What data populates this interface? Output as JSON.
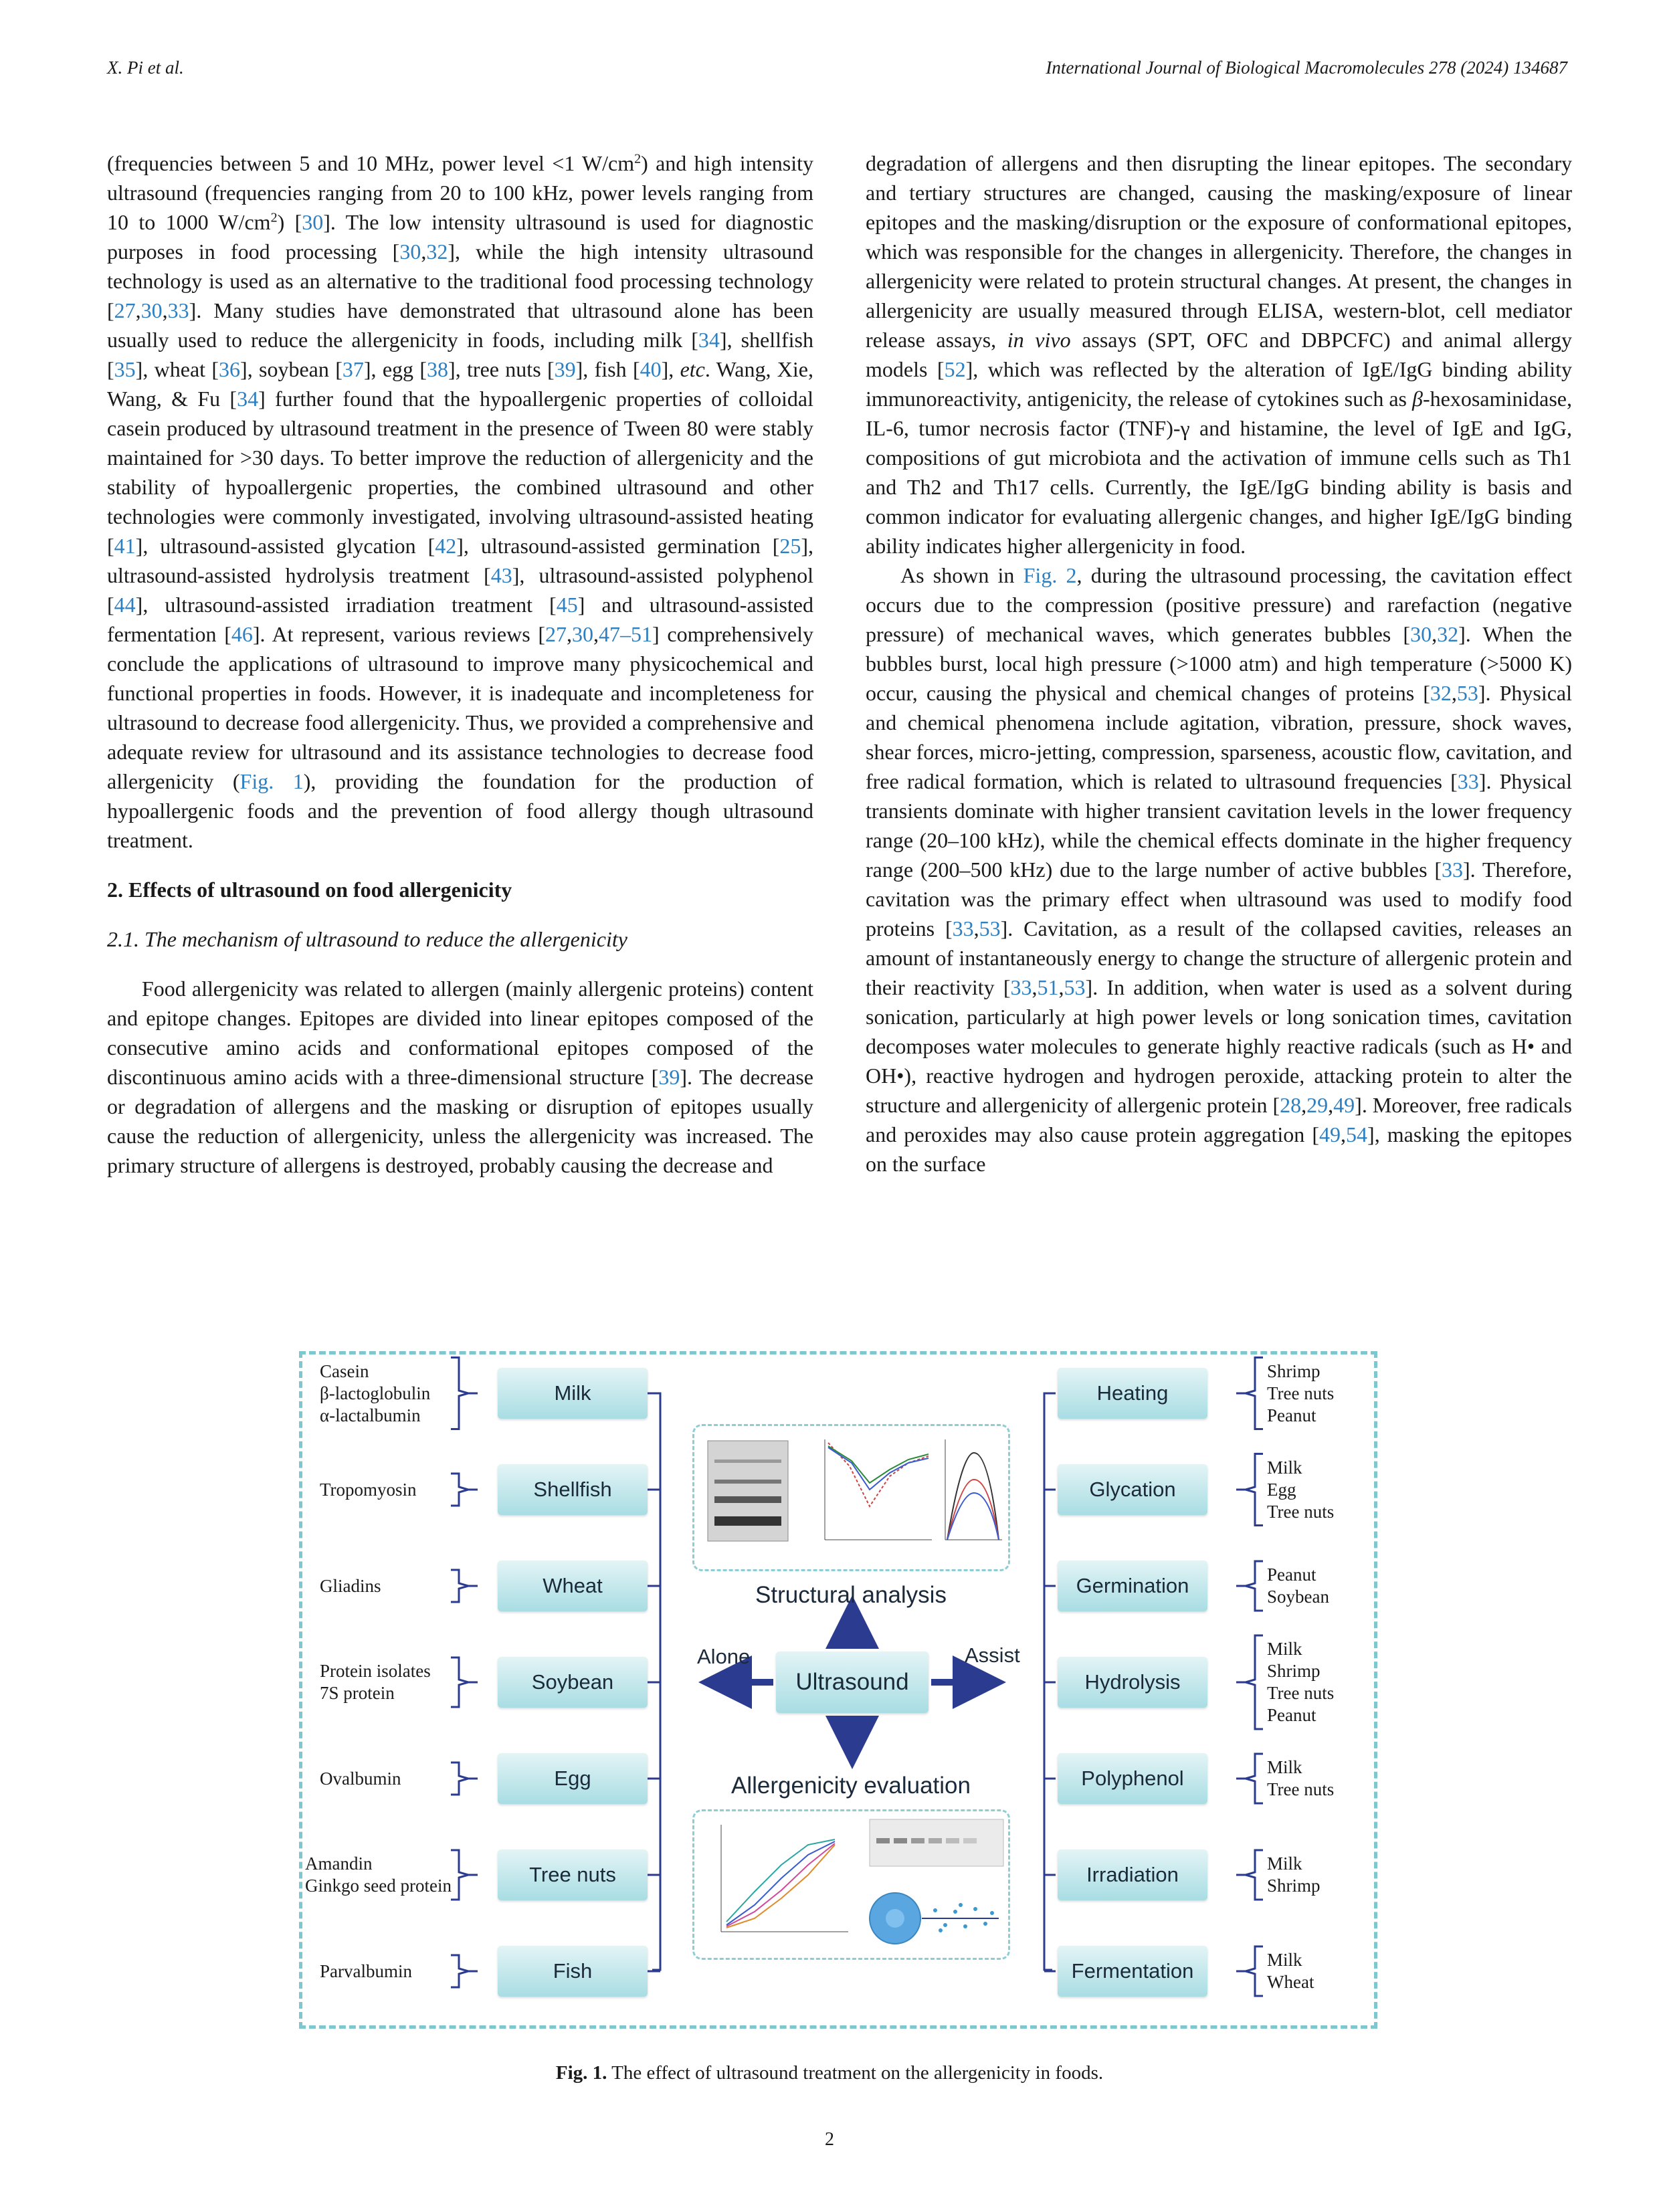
{
  "header": {
    "authors": "X. Pi et al.",
    "journal": "International Journal of Biological Macromolecules 278 (2024) 134687"
  },
  "left_column": {
    "p1_a": "(frequencies between 5 and 10 MHz, power level <1 W/cm",
    "p1_b": ") and high intensity ultrasound (frequencies ranging from 20 to 100 kHz, power levels ranging from 10 to 1000 W/cm",
    "p1_c": ") [",
    "p1_d": "]. The low intensity ultrasound is used for diagnostic purposes in food processing [",
    "p1_e": "], while the high intensity ultrasound technology is used as an alternative to the traditional food processing technology [",
    "p1_f": "]. Many studies have demonstrated that ultrasound alone has been usually used to reduce the allergenicity in foods, including milk [",
    "p1_g": "], shellfish [",
    "p1_h": "], wheat [",
    "p1_i": "], soybean [",
    "p1_j": "], egg [",
    "p1_k": "], tree nuts [",
    "p1_l": "], fish [",
    "p1_m": "], ",
    "p1_etc": "etc",
    "p1_n": ". Wang, Xie, Wang, & Fu [",
    "p1_o": "] further found that the hypoallergenic properties of colloidal casein produced by ultrasound treatment in the presence of Tween 80 were stably maintained for >30 days. To better improve the reduction of allergenicity and the stability of hypoallergenic properties, the combined ultrasound and other technologies were commonly investigated, involving ultrasound-assisted heating [",
    "p1_p": "], ultrasound-assisted glycation [",
    "p1_q": "], ultrasound-assisted germination [",
    "p1_r": "], ultrasound-assisted hydrolysis treatment [",
    "p1_s": "], ultrasound-assisted polyphenol [",
    "p1_t": "], ultrasound-assisted irradiation treatment [",
    "p1_u": "] and ultrasound-assisted fermentation [",
    "p1_v": "]. At represent, various reviews [",
    "p1_w": "] comprehensively conclude the applications of ultrasound to improve many physicochemical and functional properties in foods. However, it is inadequate and incompleteness for ultrasound to decrease food allergenicity. Thus, we provided a comprehensive and adequate review for ultrasound and its assistance technologies to decrease food allergenicity (",
    "p1_fig": "Fig. 1",
    "p1_x": "), providing the foundation for the production of hypoallergenic foods and the prevention of food allergy though ultrasound treatment.",
    "section": "2.  Effects of ultrasound on food allergenicity",
    "subsection": "2.1.  The mechanism of ultrasound to reduce the allergenicity",
    "p2_a": "Food allergenicity was related to allergen (mainly allergenic proteins) content and epitope changes. Epitopes are divided into linear epitopes composed of the consecutive amino acids and conformational epitopes composed of the discontinuous amino acids with a three-dimensional structure [",
    "p2_b": "]. The decrease or degradation of allergens and the masking or disruption of epitopes usually cause the reduction of allergenicity, unless the allergenicity was increased. The primary structure of allergens is destroyed, probably causing the decrease and",
    "sup2": "2",
    "c30": "30",
    "c32": "32",
    "c27": "27",
    "c33": "33",
    "c34": "34",
    "c35": "35",
    "c36": "36",
    "c37": "37",
    "c38": "38",
    "c39": "39",
    "c40": "40",
    "c41": "41",
    "c42": "42",
    "c25": "25",
    "c43": "43",
    "c44": "44",
    "c45": "45",
    "c46": "46",
    "c4751": "47–51",
    "comma": ","
  },
  "right_column": {
    "p1": "degradation of allergens and then disrupting the linear epitopes. The secondary and tertiary structures are changed, causing the masking/exposure of linear epitopes and the masking/disruption or the exposure of conformational epitopes, which was responsible for the changes in allergenicity. Therefore, the changes in allergenicity were related to protein structural changes. At present, the changes in allergenicity are usually measured through ELISA, western-blot, cell mediator release assays, ",
    "invivo": "in vivo",
    "p1_b": " assays (SPT, OFC and DBPCFC) and animal allergy models [",
    "c52": "52",
    "p1_c": "], which was reflected by the alteration of IgE/IgG binding ability immunoreactivity, antigenicity, the release of cytokines such as ",
    "beta": "β",
    "p1_d": "-hexosaminidase, IL-6, tumor necrosis factor (TNF)-γ and histamine, the level of IgE and IgG, compositions of gut microbiota and the activation of immune cells such as Th1 and Th2 and Th17 cells. Currently, the IgE/IgG binding ability is basis and common indicator for evaluating allergenic changes, and higher IgE/IgG binding ability indicates higher allergenicity in food.",
    "p2_a": "As shown in ",
    "fig2": "Fig. 2",
    "p2_b": ", during the ultrasound processing, the cavitation effect occurs due to the compression (positive pressure) and rarefaction (negative pressure) of mechanical waves, which generates bubbles [",
    "p2_c": "]. When the bubbles burst, local high pressure (>1000 atm) and high temperature (>5000 K) occur, causing the physical and chemical changes of proteins [",
    "p2_d": "]. Physical and chemical phenomena include agitation, vibration, pressure, shock waves, shear forces, micro-jetting, compression, sparseness, acoustic flow, cavitation, and free radical formation, which is related to ultrasound frequencies [",
    "p2_e": "]. Physical transients dominate with higher transient cavitation levels in the lower frequency range (20–100 kHz), while the chemical effects dominate in the higher frequency range (200–500 kHz) due to the large number of active bubbles [",
    "p2_f": "]. Therefore, cavitation was the primary effect when ultrasound was used to modify food proteins [",
    "p2_g": "]. Cavitation, as a result of the collapsed cavities, releases an amount of instantaneously energy to change the structure of allergenic protein and their reactivity [",
    "p2_h": "]. In addition, when water is used as a solvent during sonication, particularly at high power levels or long sonication times, cavitation decomposes water molecules to generate highly reactive radicals (such as H• and OH•), reactive hydrogen and hydrogen peroxide, attacking protein to alter the structure and allergenicity of allergenic protein [",
    "p2_i": "]. Moreover, free radicals and peroxides may also cause protein aggregation [",
    "p2_j": "], masking the epitopes on the surface",
    "c30": "30",
    "c32": "32",
    "c53": "53",
    "c33": "33",
    "c51": "51",
    "c28": "28",
    "c29": "29",
    "c49": "49",
    "c54": "54",
    "comma": ","
  },
  "figure": {
    "center": "Ultrasound",
    "alone": "Alone",
    "assist": "Assist",
    "structural": "Structural analysis",
    "allergenicity": "Allergenicity evaluation",
    "foods": [
      {
        "name": "Milk",
        "allergens": [
          "Casein",
          "β-lactoglobulin",
          "α-lactalbumin"
        ]
      },
      {
        "name": "Shellfish",
        "allergens": [
          "Tropomyosin"
        ]
      },
      {
        "name": "Wheat",
        "allergens": [
          "Gliadins"
        ]
      },
      {
        "name": "Soybean",
        "allergens": [
          "Protein isolates",
          "7S protein"
        ]
      },
      {
        "name": "Egg",
        "allergens": [
          "Ovalbumin"
        ]
      },
      {
        "name": "Tree nuts",
        "allergens": [
          "Amandin",
          "Ginkgo seed protein"
        ]
      },
      {
        "name": "Fish",
        "allergens": [
          "Parvalbumin"
        ]
      }
    ],
    "methods": [
      {
        "name": "Heating",
        "targets": [
          "Shrimp",
          "Tree nuts",
          "Peanut"
        ]
      },
      {
        "name": "Glycation",
        "targets": [
          "Milk",
          "Egg",
          "Tree nuts"
        ]
      },
      {
        "name": "Germination",
        "targets": [
          "Peanut",
          "Soybean"
        ]
      },
      {
        "name": "Hydrolysis",
        "targets": [
          "Milk",
          "Shrimp",
          "Tree nuts",
          "Peanut"
        ]
      },
      {
        "name": "Polyphenol",
        "targets": [
          "Milk",
          "Tree nuts"
        ]
      },
      {
        "name": "Irradiation",
        "targets": [
          "Milk",
          "Shrimp"
        ]
      },
      {
        "name": "Fermentation",
        "targets": [
          "Milk",
          "Wheat"
        ]
      }
    ],
    "colors": {
      "box_top": "#e3f4f6",
      "box_bottom": "#a8dde3",
      "frame": "#7ec7cf",
      "arrow": "#2b3b8f"
    }
  },
  "caption": {
    "label": "Fig. 1.",
    "text": " The effect of ultrasound treatment on the allergenicity in foods."
  },
  "page_number": "2"
}
